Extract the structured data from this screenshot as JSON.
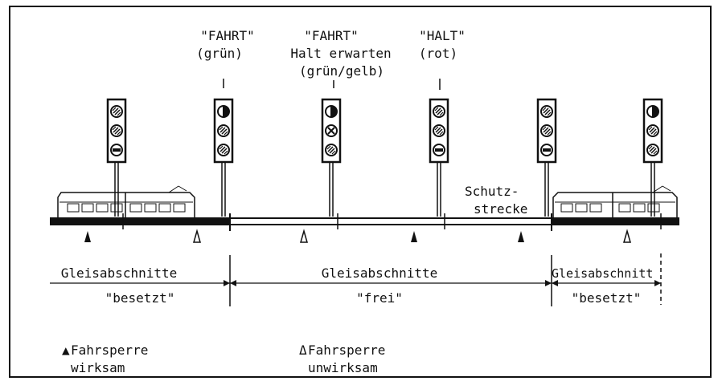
{
  "signal_labels": [
    {
      "lines": [
        "\"FAHRT\"",
        "(grün)"
      ]
    },
    {
      "lines": [
        "\"FAHRT\"",
        "Halt erwarten",
        "(grün/gelb)"
      ]
    },
    {
      "lines": [
        "\"HALT\"",
        "(rot)"
      ]
    }
  ],
  "protection_label": [
    "Schutz-",
    "strecke"
  ],
  "sections": [
    {
      "title": "Gleisabschnitte",
      "status": "\"besetzt\""
    },
    {
      "title": "Gleisabschnitte",
      "status": "\"frei\""
    },
    {
      "title": "Gleisabschnitt",
      "status": "\"besetzt\""
    }
  ],
  "legend": {
    "active": {
      "symbol": "▲",
      "lines": [
        "Fahrsperre",
        "wirksam"
      ]
    },
    "inactive": {
      "symbol": "Δ",
      "lines": [
        "Fahrsperre",
        "unwirksam"
      ]
    }
  },
  "signal_lamps": [
    [
      "stripe",
      "stripe",
      "minus"
    ],
    [
      "half",
      "stripe",
      "stripe"
    ],
    [
      "half",
      "cross",
      "stripe"
    ],
    [
      "stripe",
      "stripe",
      "minus"
    ],
    [
      "stripe",
      "stripe",
      "minus"
    ],
    [
      "half",
      "stripe",
      "stripe"
    ]
  ]
}
